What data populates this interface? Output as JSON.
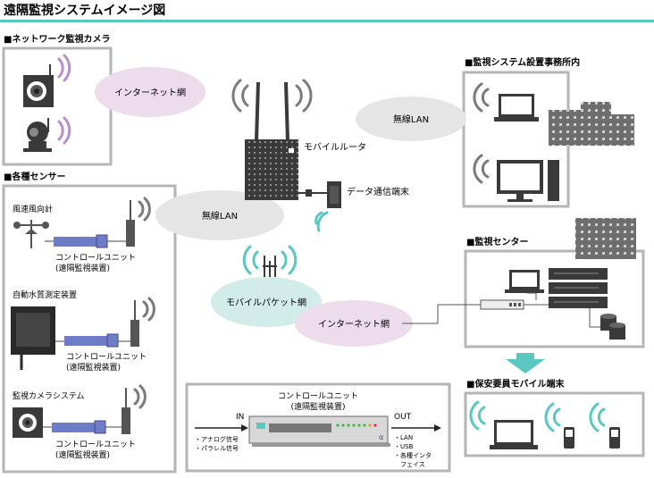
{
  "title": "遠隔監視システムイメージ図",
  "sections": {
    "camera": "■ネットワーク監視カメラ",
    "sensors": "■各種センサー",
    "office": "■監視システム設置事務所内",
    "center": "■監視センター",
    "mobile": "■保安要員モバイル端末"
  },
  "sensors": {
    "wind": "風速風向計",
    "water": "自動水質測定装置",
    "camsys": "監視カメラシステム"
  },
  "unit_label": "コントロールユニット",
  "unit_sub": "(遠隔監視装置)",
  "clouds": {
    "internet_top": "インターネット網",
    "lan_left": "無線LAN",
    "lan_right": "無線LAN",
    "mobile_packet": "モバイルパケット網",
    "internet_bottom": "インターネット網"
  },
  "devices": {
    "router": "モバイルルータ",
    "data_terminal": "データ通信端末"
  },
  "detail": {
    "title": "コントロールユニット",
    "subtitle": "(遠隔監視装置)",
    "in": "IN",
    "out": "OUT",
    "inputs": [
      "・アナログ信号",
      "・パラレル信号"
    ],
    "outputs": [
      "・LAN",
      "・USB",
      "・各種インタ",
      "　フェイス"
    ]
  },
  "colors": {
    "accent": "#5ac8c0",
    "wave": "#b98fcb",
    "cloud": "#e5e5e5",
    "cloud_teal": "#d2ece9",
    "cloud_pink": "#ecdcec",
    "device": "#3c3c3c",
    "unit": "#6f7cc8"
  }
}
